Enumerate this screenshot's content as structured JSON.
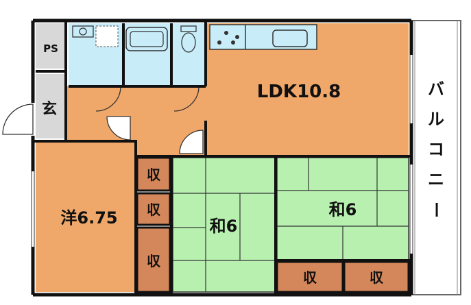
{
  "rooms": {
    "ps": "PS",
    "entrance": "玄",
    "ldk": "LDK10.8",
    "western": "洋6.75",
    "washitsu1": "和6",
    "washitsu2": "和6",
    "balcony": "バルコニー"
  },
  "storage": {
    "s1": "収",
    "s2": "収",
    "s3": "収",
    "s4": "収",
    "s5": "収"
  },
  "colors": {
    "orange": "#f0a86a",
    "green": "#b8f0b0",
    "blue": "#c8ecf8",
    "grey": "#d8d8d8",
    "wall": "#111111",
    "storage": "#d4875a"
  },
  "icons": {
    "bath": "bathtub-icon",
    "toilet": "toilet-icon",
    "sink": "sink-icon",
    "stove": "stove-icon",
    "washer": "washing-machine-icon"
  }
}
